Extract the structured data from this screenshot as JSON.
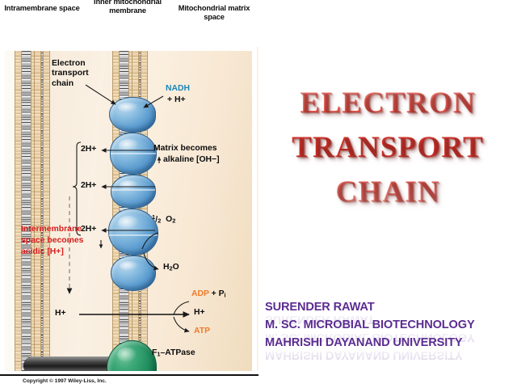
{
  "slide": {
    "background_color": "#ffffff"
  },
  "figure": {
    "headers": [
      {
        "name": "intramembrane-space",
        "text": "Intramembrane space"
      },
      {
        "name": "inner-mitochondrial-membrane",
        "text": "Inner mitochondrial membrane"
      },
      {
        "name": "mitochondrial-matrix-space",
        "text": "Mitochondrial matrix space"
      }
    ],
    "labels": {
      "etc": "Electron transport chain",
      "nadh": "NADH",
      "nadh_h": "+ H+",
      "matrix_line1": "Matrix becomes",
      "matrix_line2": "alkaline [OH−]",
      "proton_1": "2H+",
      "proton_2": "2H+",
      "proton_3": "2H+",
      "half_o2_num": "1",
      "half_o2_den": "2",
      "half_o2_rest": "O2",
      "water": "H2O",
      "intermembrane_line1": "Intermembrane",
      "intermembrane_line2": "space becomes",
      "intermembrane_line3": "acidic [H+]",
      "proton_in": "H+",
      "adp_pi": "ADP + Pi",
      "proton_out": "H+",
      "atp": "ATP",
      "f1_atpase": "F1–ATPase"
    },
    "colors": {
      "complex_blue": "#5d9dd0",
      "f1_green": "#1f8d5d",
      "nadh_teal": "#1a86b8",
      "acid_red": "#d71d1d",
      "atp_orange": "#ef7a2a",
      "membrane_head": "#e9cfa6",
      "panel_cream": "#f8eedf"
    },
    "copyright": "Copyright © 1997 Wiley-Liss, Inc."
  },
  "title": {
    "line1": "ELECTRON",
    "line2": "TRANSPORT",
    "line3": "CHAIN",
    "color": "#cf2a22"
  },
  "credits": {
    "color": "#5b2d91",
    "lines": [
      "SURENDER RAWAT",
      "M. SC. MICROBIAL BIOTECHNOLOGY",
      "MAHRISHI DAYANAND UNIVERSITY"
    ]
  }
}
